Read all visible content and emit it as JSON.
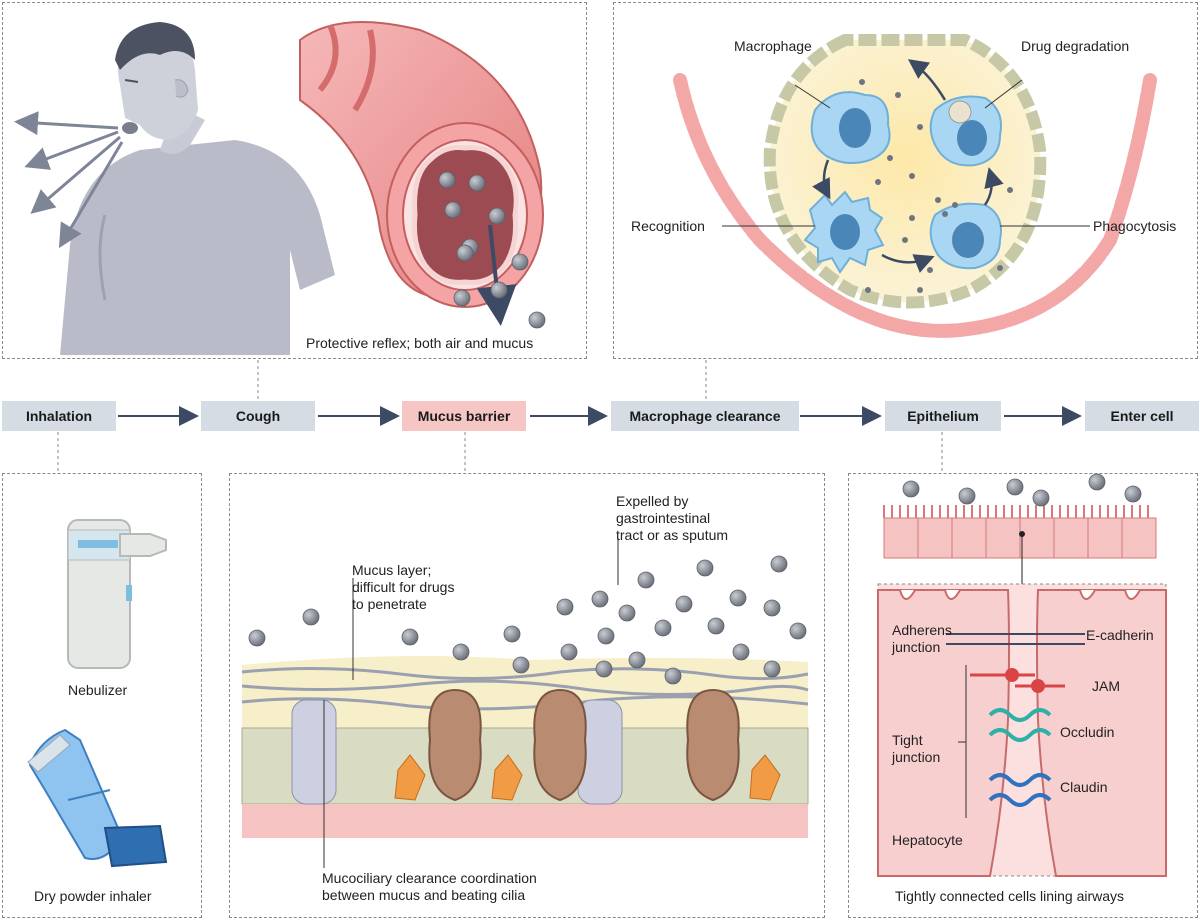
{
  "flow": {
    "steps": [
      "Inhalation",
      "Cough",
      "Mucus barrier",
      "Macrophage clearance",
      "Epithelium",
      "Enter cell"
    ],
    "highlighted_step": "Mucus barrier"
  },
  "cough_panel": {
    "caption": "Protective reflex; both air and mucus"
  },
  "macrophage_panel": {
    "labels": {
      "macrophage": "Macrophage",
      "drug_degradation": "Drug degradation",
      "recognition": "Recognition",
      "phagocytosis": "Phagocytosis"
    }
  },
  "inhalation_panel": {
    "nebulizer": "Nebulizer",
    "dry_powder_inhaler": "Dry powder inhaler"
  },
  "mucus_panel": {
    "expelled": "Expelled by\ngastrointestinal\ntract or as sputum",
    "mucus_layer": "Mucus layer;\ndifficult for drugs\nto penetrate",
    "mucociliary": "Mucociliary clearance coordination\nbetween mucus and beating cilia"
  },
  "epithelium_panel": {
    "adherens_junction": "Adherens\njunction",
    "e_cadherin": "E-cadherin",
    "jam": "JAM",
    "tight_junction": "Tight\njunction",
    "occludin": "Occludin",
    "claudin": "Claudin",
    "hepatocyte": "Hepatocyte",
    "caption": "Tightly connected cells lining airways"
  },
  "colors": {
    "step_box": "#d6dce3",
    "step_highlight": "#f5c6c4",
    "arrow": "#3d4a63",
    "particle": "#8d929c",
    "airway_pink": "#e98a8a",
    "macrophage_blue": "#a9d6f2",
    "cell_beige": "#d9dbc3"
  }
}
